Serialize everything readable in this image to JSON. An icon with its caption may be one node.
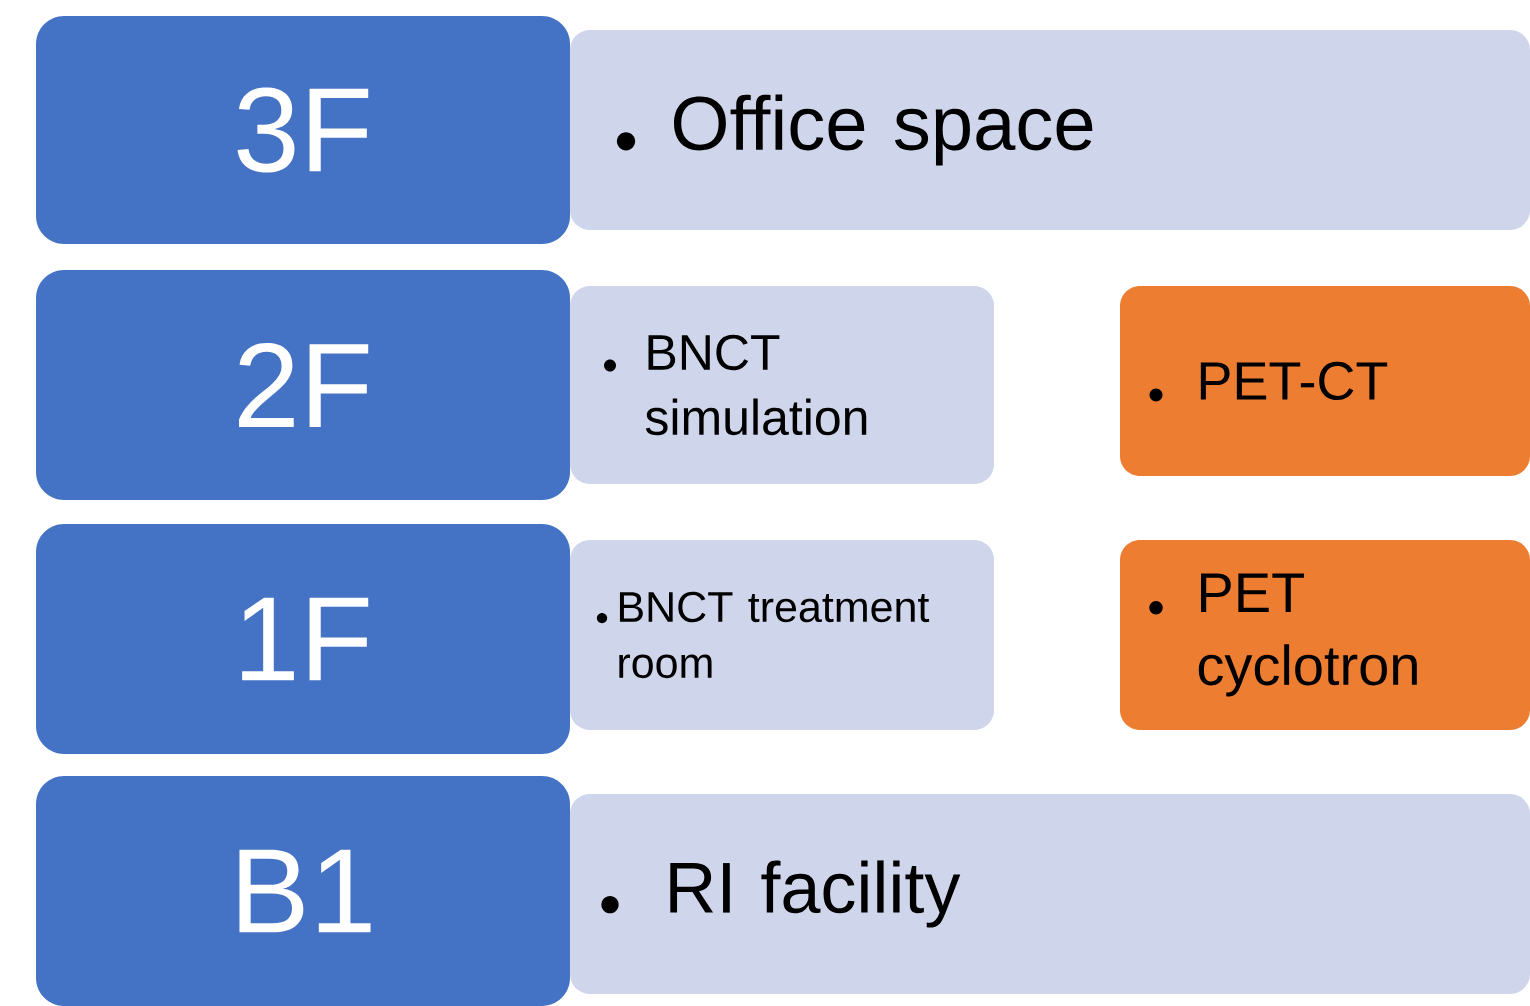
{
  "diagram": {
    "nodes": [
      {
        "text": [
          "3F"
        ]
      },
      {
        "text": [
          "Office space"
        ]
      },
      {
        "text": [
          "2F"
        ]
      },
      {
        "text": [
          "BNCT simulation"
        ]
      },
      {
        "text": [
          "PET-CT"
        ]
      },
      {
        "text": [
          "1F"
        ]
      },
      {
        "text": [
          "BNCT treatment room"
        ]
      },
      {
        "text": [
          "PET cyclotron"
        ]
      },
      {
        "text": [
          "B1"
        ]
      },
      {
        "text": [
          "RI facility"
        ]
      }
    ]
  }
}
